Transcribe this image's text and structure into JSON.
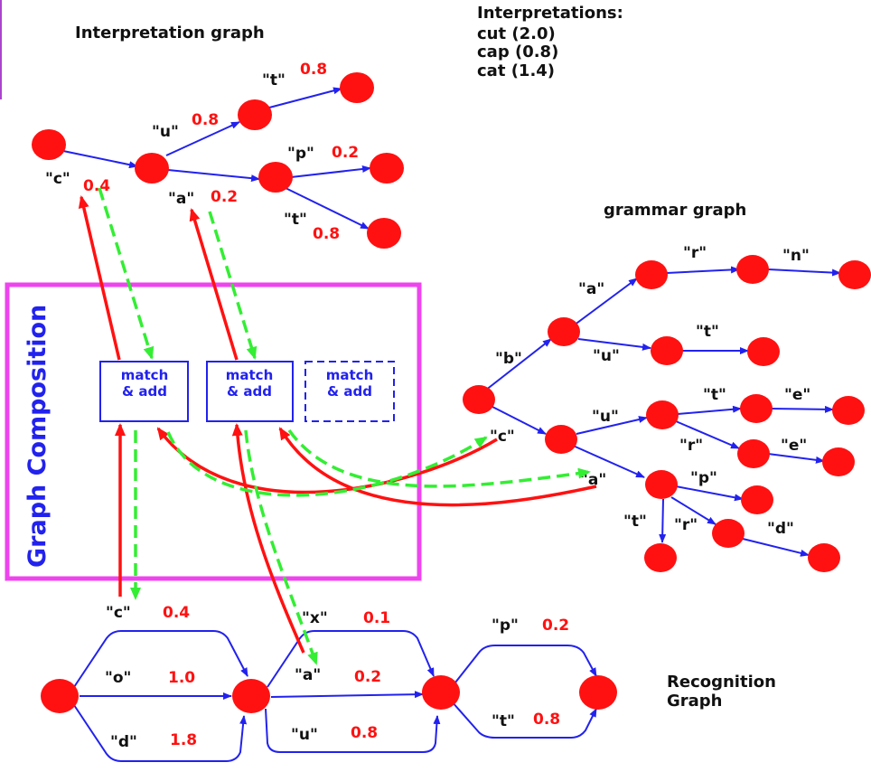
{
  "titles": {
    "interpretation_graph": "Interpretation graph",
    "interpretations_heading": "Interpretations:",
    "grammar_graph": "grammar graph",
    "recognition_line1": "Recognition",
    "recognition_line2": "Graph",
    "graph_composition": "Graph Composition"
  },
  "interpretations": [
    {
      "text": "cut  (2.0)"
    },
    {
      "text": "cap (0.8)"
    },
    {
      "text": "cat  (1.4)"
    }
  ],
  "match_add": {
    "line1": "match",
    "line2": "& add"
  },
  "interpretation_graph": {
    "c": {
      "label": "\"c\"",
      "weight": "0.4"
    },
    "u": {
      "label": "\"u\"",
      "weight": "0.8"
    },
    "t1": {
      "label": "\"t\"",
      "weight": "0.8"
    },
    "a": {
      "label": "\"a\"",
      "weight": "0.2"
    },
    "p": {
      "label": "\"p\"",
      "weight": "0.2"
    },
    "t2": {
      "label": "\"t\"",
      "weight": "0.8"
    }
  },
  "grammar_graph": {
    "b": "\"b\"",
    "a": "\"a\"",
    "r": "\"r\"",
    "n": "\"n\"",
    "u1": "\"u\"",
    "t1": "\"t\"",
    "c": "\"c\"",
    "u2": "\"u\"",
    "t2": "\"t\"",
    "e1": "\"e\"",
    "r2": "\"r\"",
    "e2": "\"e\"",
    "a2": "\"a\"",
    "p": "\"p\"",
    "t3": "\"t\"",
    "r3": "\"r\"",
    "d": "\"d\""
  },
  "recognition_graph": {
    "c": {
      "label": "\"c\"",
      "weight": "0.4"
    },
    "o": {
      "label": "\"o\"",
      "weight": "1.0"
    },
    "d": {
      "label": "\"d\"",
      "weight": "1.8"
    },
    "x": {
      "label": "\"x\"",
      "weight": "0.1"
    },
    "a": {
      "label": "\"a\"",
      "weight": "0.2"
    },
    "u": {
      "label": "\"u\"",
      "weight": "0.8"
    },
    "p": {
      "label": "\"p\"",
      "weight": "0.2"
    },
    "t": {
      "label": "\"t\"",
      "weight": "0.8"
    }
  },
  "colors": {
    "node": "#ff1111",
    "edge": "#2222ee",
    "red_arrow": "#ff1111",
    "green_arrow": "#33ee33",
    "frame": "#ee44ee"
  }
}
